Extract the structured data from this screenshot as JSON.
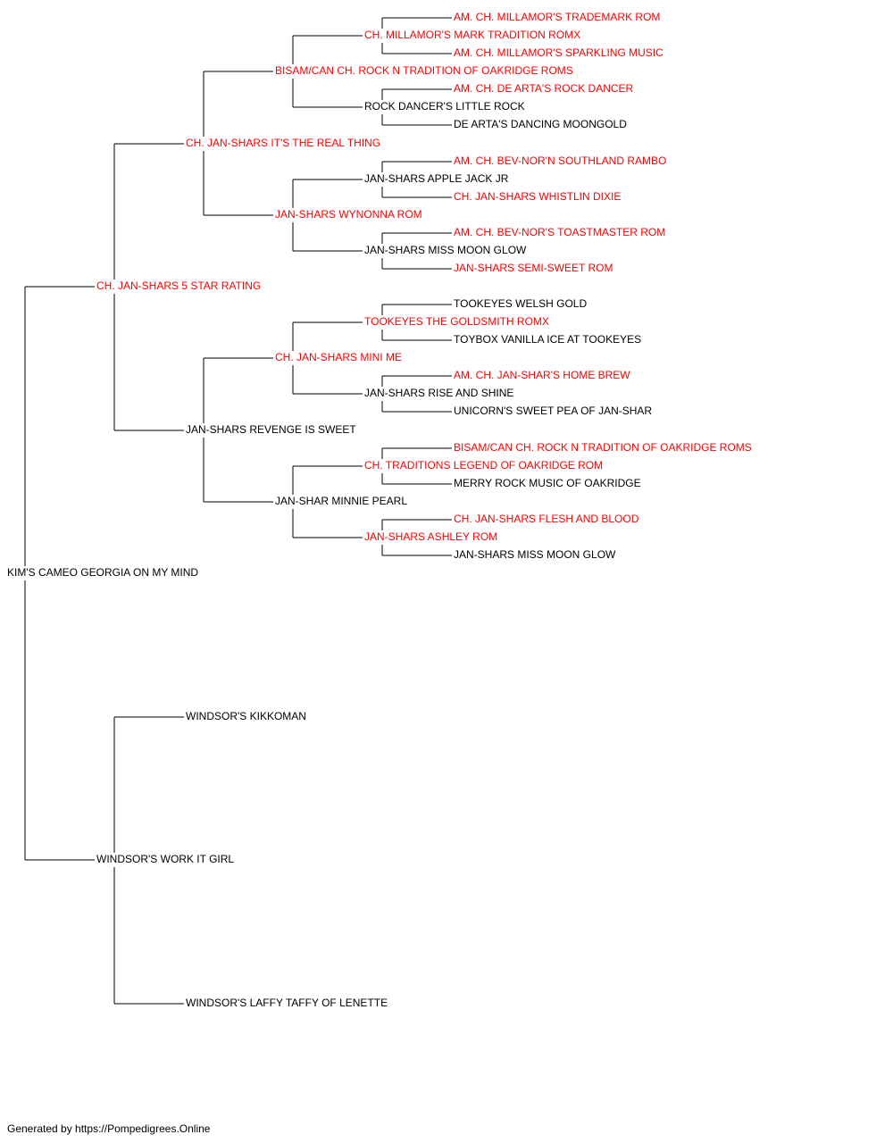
{
  "colors": {
    "champion": "#ff0000",
    "normal": "#000000",
    "line": "#000000"
  },
  "pedigree": {
    "name": "KIM'S CAMEO GEORGIA ON MY MIND",
    "champion": false,
    "sire": {
      "name": "CH. JAN-SHARS 5 STAR RATING",
      "champion": true,
      "sire": {
        "name": "CH. JAN-SHARS IT'S THE REAL THING",
        "champion": true,
        "sire": {
          "name": "BISAM/CAN CH. ROCK N TRADITION OF OAKRIDGE ROMS",
          "champion": true,
          "sire": {
            "name": "CH. MILLAMOR'S MARK TRADITION ROMX",
            "champion": true,
            "sire": {
              "name": "AM. CH. MILLAMOR'S TRADEMARK ROM",
              "champion": true
            },
            "dam": {
              "name": "AM. CH. MILLAMOR'S SPARKLING MUSIC",
              "champion": true
            }
          },
          "dam": {
            "name": "ROCK DANCER'S LITTLE ROCK",
            "champion": false,
            "sire": {
              "name": "AM. CH. DE ARTA'S ROCK DANCER",
              "champion": true
            },
            "dam": {
              "name": "DE ARTA'S DANCING MOONGOLD",
              "champion": false
            }
          }
        },
        "dam": {
          "name": "JAN-SHARS WYNONNA ROM",
          "champion": true,
          "sire": {
            "name": "JAN-SHARS APPLE JACK JR",
            "champion": false,
            "sire": {
              "name": "AM. CH. BEV-NOR'N SOUTHLAND RAMBO",
              "champion": true
            },
            "dam": {
              "name": "CH. JAN-SHARS WHISTLIN DIXIE",
              "champion": true
            }
          },
          "dam": {
            "name": "JAN-SHARS MISS MOON GLOW",
            "champion": false,
            "sire": {
              "name": "AM. CH. BEV-NOR'S TOASTMASTER ROM",
              "champion": true
            },
            "dam": {
              "name": "JAN-SHARS SEMI-SWEET ROM",
              "champion": true
            }
          }
        }
      },
      "dam": {
        "name": "JAN-SHARS REVENGE IS SWEET",
        "champion": false,
        "sire": {
          "name": "CH. JAN-SHARS MINI ME",
          "champion": true,
          "sire": {
            "name": "TOOKEYES THE GOLDSMITH ROMX",
            "champion": true,
            "sire": {
              "name": "TOOKEYES WELSH GOLD",
              "champion": false
            },
            "dam": {
              "name": "TOYBOX VANILLA ICE AT TOOKEYES",
              "champion": false
            }
          },
          "dam": {
            "name": "JAN-SHARS RISE AND SHINE",
            "champion": false,
            "sire": {
              "name": "AM. CH. JAN-SHAR'S HOME BREW",
              "champion": true
            },
            "dam": {
              "name": "UNICORN'S SWEET PEA OF JAN-SHAR",
              "champion": false
            }
          }
        },
        "dam": {
          "name": "JAN-SHAR MINNIE PEARL",
          "champion": false,
          "sire": {
            "name": "CH. TRADITIONS LEGEND OF OAKRIDGE ROM",
            "champion": true,
            "sire": {
              "name": "BISAM/CAN CH. ROCK N TRADITION OF OAKRIDGE ROMS",
              "champion": true
            },
            "dam": {
              "name": "MERRY ROCK MUSIC OF OAKRIDGE",
              "champion": false
            }
          },
          "dam": {
            "name": "JAN-SHARS ASHLEY ROM",
            "champion": true,
            "sire": {
              "name": "CH. JAN-SHARS FLESH AND BLOOD",
              "champion": true
            },
            "dam": {
              "name": "JAN-SHARS MISS MOON GLOW",
              "champion": false
            }
          }
        }
      }
    },
    "dam": {
      "name": "WINDSOR'S WORK IT GIRL",
      "champion": false,
      "sire": {
        "name": "WINDSOR'S KIKKOMAN",
        "champion": false
      },
      "dam": {
        "name": "WINDSOR'S LAFFY TAFFY OF LENETTE",
        "champion": false
      }
    }
  },
  "footer": "Generated by https://Pompedigrees.Online"
}
